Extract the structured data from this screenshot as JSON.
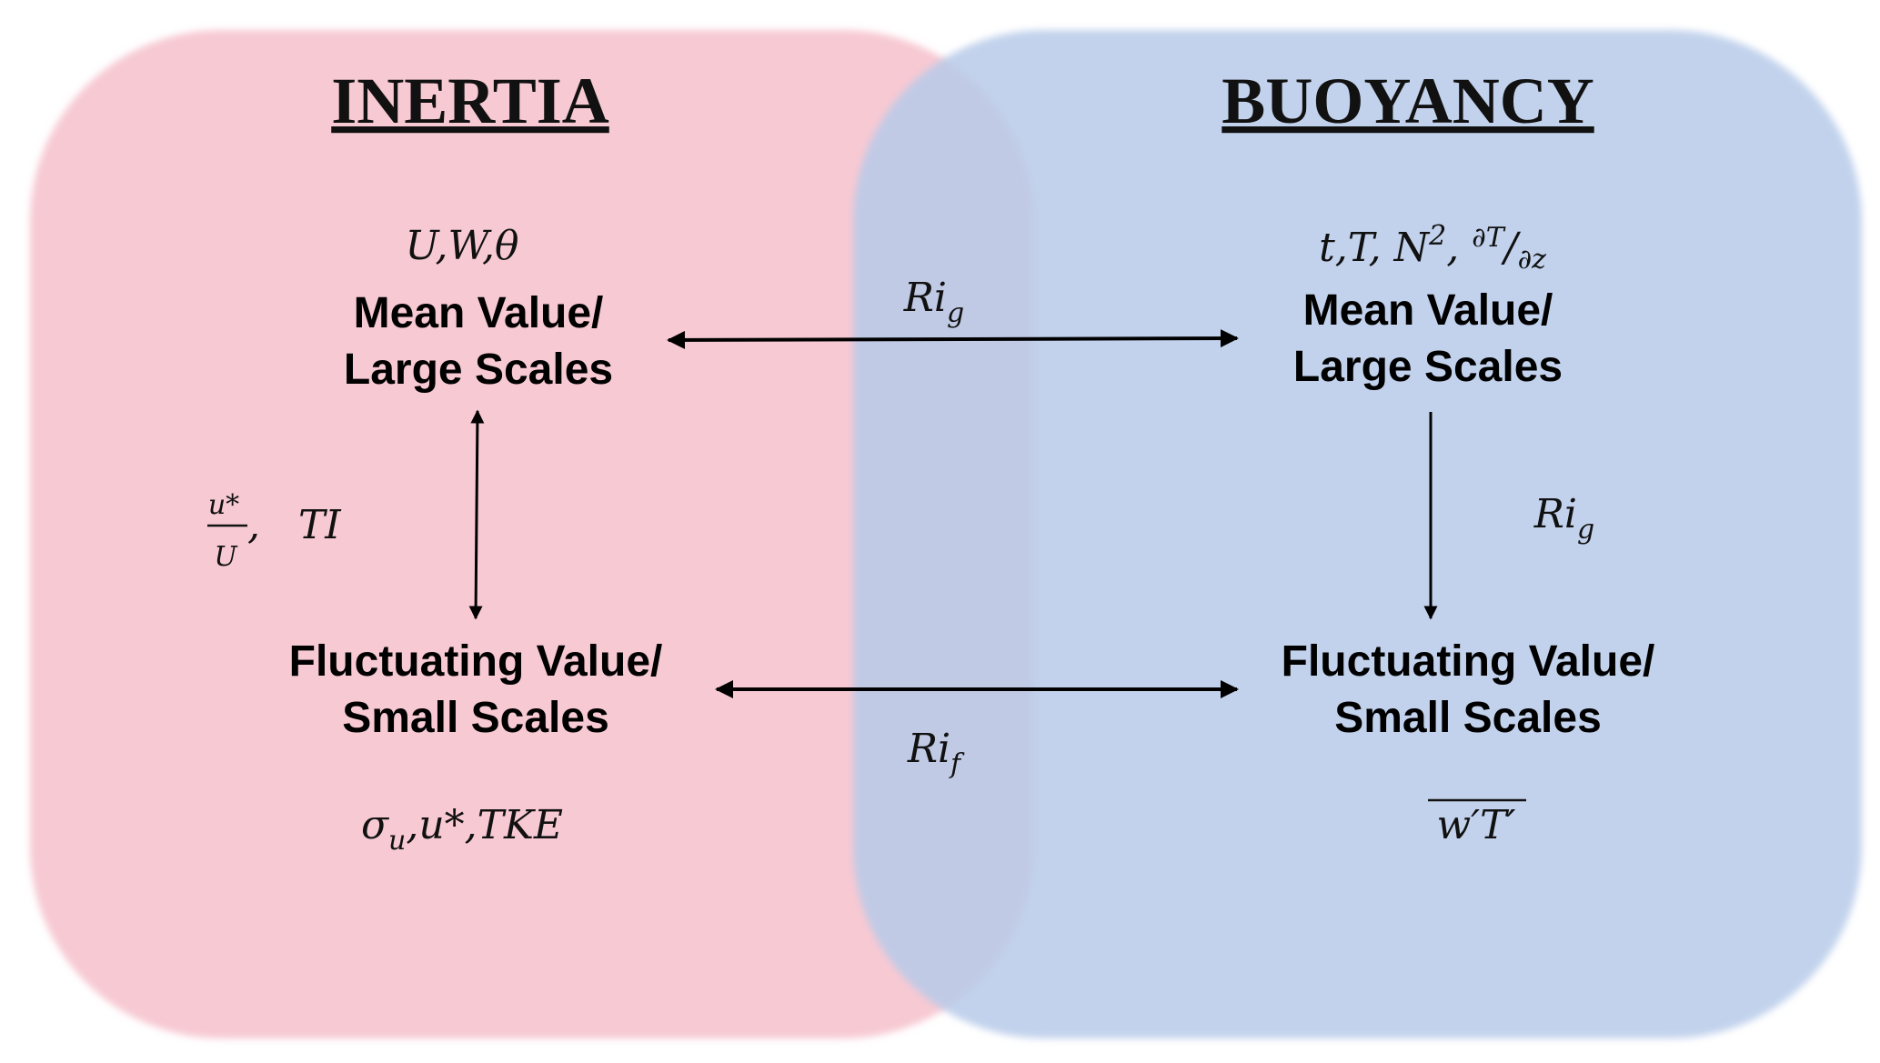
{
  "colors": {
    "inertia": "#f7c9d3",
    "buoyancy": "#b8cbe9",
    "arrow": "#000000"
  },
  "inertia": {
    "title": "INERTIA",
    "mean_vars": "U,W,θ",
    "mean_label": [
      "Mean Value/",
      "Large Scales"
    ],
    "fluct_label": [
      "Fluctuating Value/",
      "Small Scales"
    ],
    "ratio_num": "u*",
    "ratio_den": "U",
    "ratio_rest": ",   TI",
    "fluct_vars": {
      "sigma": "σ",
      "sigma_sub": "u",
      "rest": ",u*,TKE"
    }
  },
  "buoyancy": {
    "title": "BUOYANCY",
    "mean_vars": {
      "main": "t,T, N",
      "sup": "2",
      "comma": ", ",
      "grad_num": "∂T",
      "slash": "/",
      "grad_den": "∂z"
    },
    "mean_label": [
      "Mean Value/",
      "Large Scales"
    ],
    "fluct_label": [
      "Fluctuating Value/",
      "Small Scales"
    ],
    "fluct_vars": "w′T′"
  },
  "links": {
    "top": {
      "main": "Ri",
      "sub": "g"
    },
    "right": {
      "main": "Ri",
      "sub": "g"
    },
    "bottom": {
      "main": "Ri",
      "sub": "f"
    }
  }
}
